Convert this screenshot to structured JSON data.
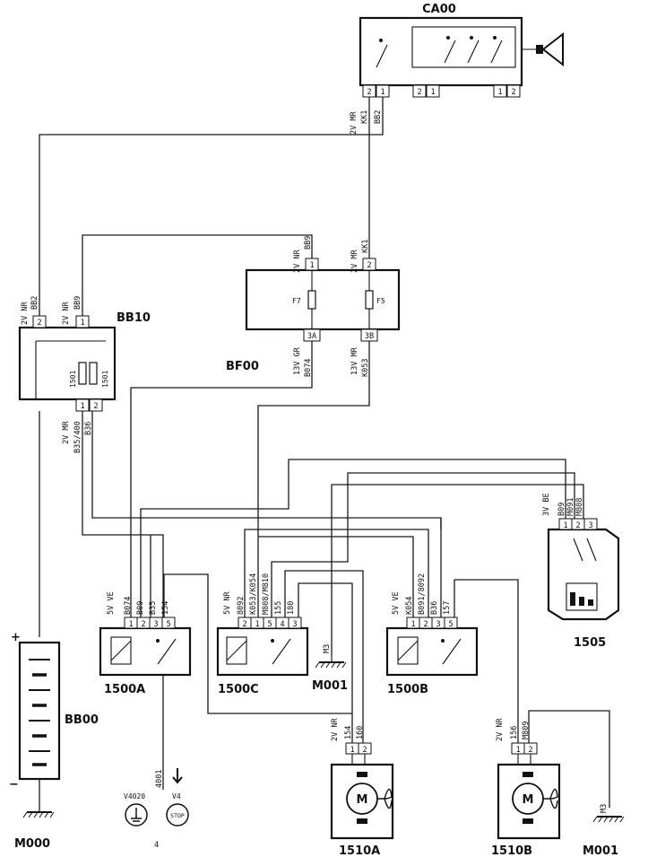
{
  "components": {
    "ca00": "CA00",
    "bf00": "BF00",
    "bb10": "BB10",
    "bb00": "BB00",
    "m000": "M000",
    "m001_mid": "M001",
    "m001_right": "M001",
    "r1505": "1505",
    "r1500a": "1500A",
    "r1500c": "1500C",
    "r1500b": "1500B",
    "m1510a": "1510A",
    "m1510b": "1510B",
    "v4020": "V4020",
    "v4": "V4",
    "ref4": "4",
    "stop": "STOP",
    "motor_letter": "M"
  },
  "pins": {
    "ca00_a1": "2",
    "ca00_a2": "1",
    "ca00_b1": "2",
    "ca00_b2": "1",
    "ca00_c1": "1",
    "ca00_c2": "2",
    "bf00_1": "1",
    "bf00_2": "2",
    "bf00_3a": "3A",
    "bf00_3b": "3B",
    "bb10_2": "2",
    "bb10_1": "1",
    "bb10_b1": "1",
    "bb10_b2": "2",
    "r1505_1": "1",
    "r1505_2": "2",
    "r1505_3": "3",
    "a1": "1",
    "a2": "2",
    "a3": "3",
    "a5": "5",
    "c2": "2",
    "c1": "1",
    "c5": "5",
    "c4": "4",
    "c3": "3",
    "b1": "1",
    "b2": "2",
    "b3": "3",
    "b5": "5",
    "ma1": "1",
    "ma2": "2",
    "mb1": "1",
    "mb2": "2"
  },
  "fuses": {
    "f7": "F7",
    "f5": "F5",
    "bb10_left": "1501",
    "bb10_right": "1501"
  },
  "wires": {
    "ca00_spec": "2V MR",
    "ca00_kk1": "KK1",
    "ca00_bb2": "BB2",
    "bf00_spec1": "2V NR",
    "bf00_bb9": "BB9",
    "bf00_spec2": "2V MR",
    "bf00_kk1": "KK1",
    "bf00_spec3": "13V GR",
    "bf00_b074": "B074",
    "bf00_spec4": "13V MR",
    "bf00_k053": "K053",
    "bb10_spec1": "2V NR",
    "bb10_bb2": "BB2",
    "bb10_spec2": "2V NR",
    "bb10_bb9": "BB9",
    "bb10_spec3": "2V MR",
    "bb10_b35_400": "B35/400",
    "bb10_b36": "B36",
    "r1505_spec": "3V BE",
    "r1505_b09": "B09",
    "r1505_m091": "M091",
    "r1505_m808": "M808",
    "a_spec": "5V VE",
    "a_b074": "B074",
    "a_b09": "B09",
    "a_b35": "B35",
    "a_154": "154",
    "c_spec": "5V NR",
    "c_b092": "8092",
    "c_k053_k054": "K053/K054",
    "c_m808_m810": "M808/M810",
    "c_155": "155",
    "c_180": "180",
    "b_spec": "5V VE",
    "b_k054": "K054",
    "b_b091_b092": "B091/8092",
    "b_b36": "B36",
    "b_157": "157",
    "ma_spec": "2V NR",
    "ma_154": "154",
    "ma_160": "160",
    "mb_spec": "2V NR",
    "mb_156": "156",
    "mb_m809": "M809",
    "m3_mid": "M3",
    "m3_right": "M3",
    "w4001": "4001"
  },
  "polarity": {
    "plus": "+",
    "minus": "−"
  }
}
